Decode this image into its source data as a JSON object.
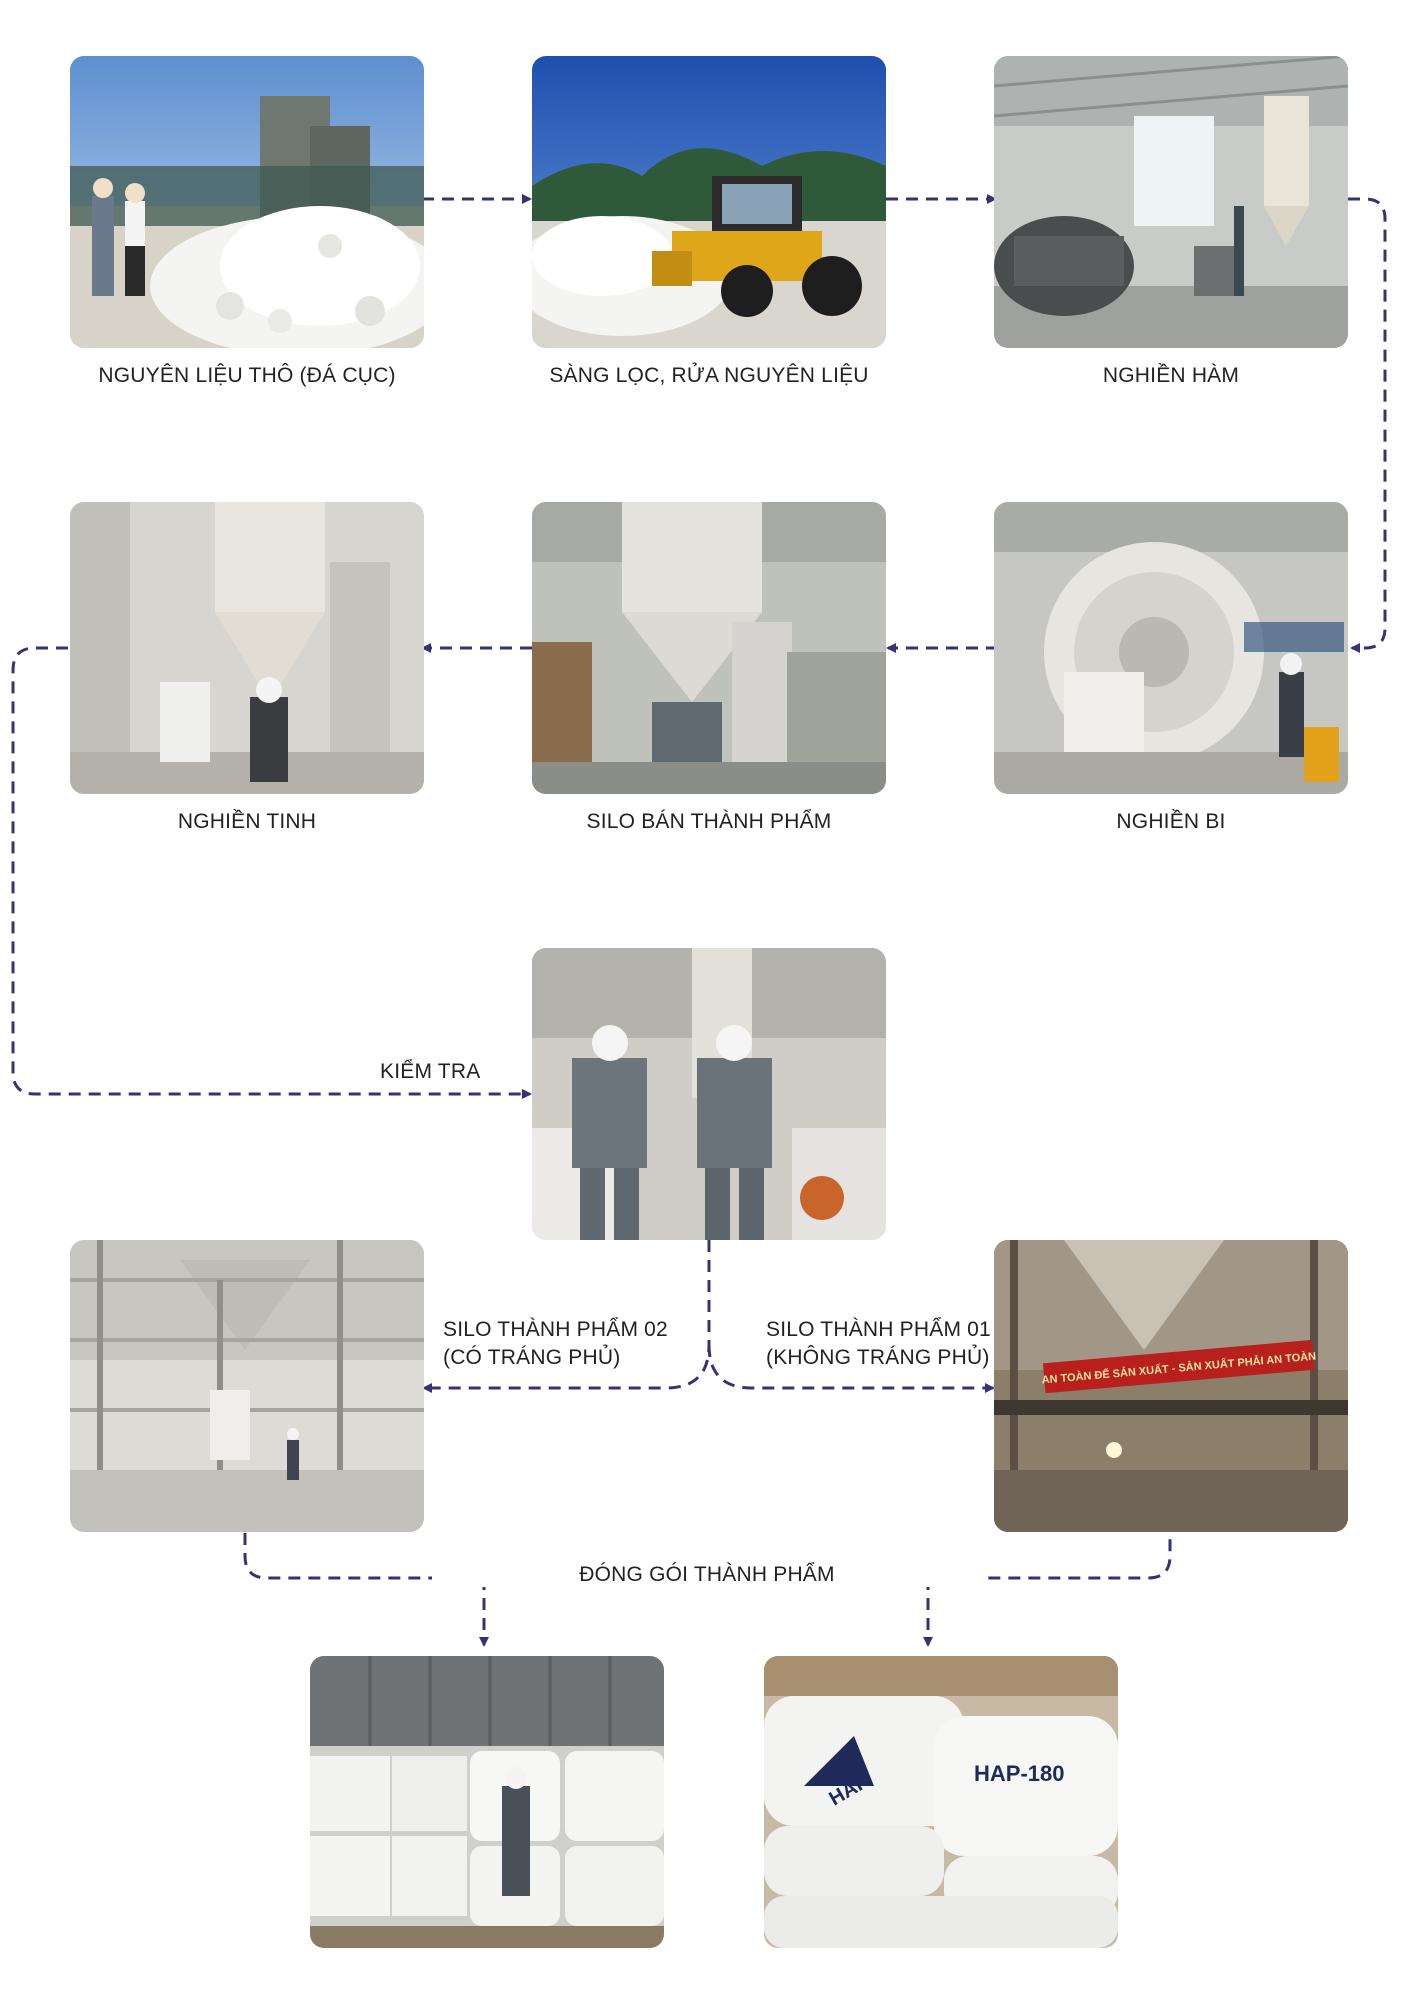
{
  "colors": {
    "arrow": "#343378",
    "text": "#222222"
  },
  "steps": {
    "raw": {
      "label": "NGUYÊN LIỆU THÔ (ĐÁ CỤC)"
    },
    "screen": {
      "label": "SÀNG LỌC, RỬA NGUYÊN LIỆU"
    },
    "jaw": {
      "label": "NGHIỀN HÀM"
    },
    "ball": {
      "label": "NGHIỀN BI"
    },
    "semi_silo": {
      "label": "SILO BÁN THÀNH PHẨM"
    },
    "fine": {
      "label": "NGHIỀN TINH"
    },
    "inspect": {
      "label": "KIỂM TRA"
    },
    "silo02": {
      "line1": "SILO THÀNH PHẨM 02",
      "line2": "(CÓ TRÁNG PHỦ)"
    },
    "silo01": {
      "line1": "SILO THÀNH PHẨM 01",
      "line2": "(KHÔNG TRÁNG PHỦ)"
    },
    "pack": {
      "label": "ĐÓNG GÓI THÀNH PHẨM"
    }
  },
  "photo_text": {
    "banner": "AN TOÀN ĐỂ SẢN XUẤT - SẢN XUẤT PHẢI AN TOÀN",
    "bag_code": "HAP-180",
    "bag_brand": "HAP"
  }
}
